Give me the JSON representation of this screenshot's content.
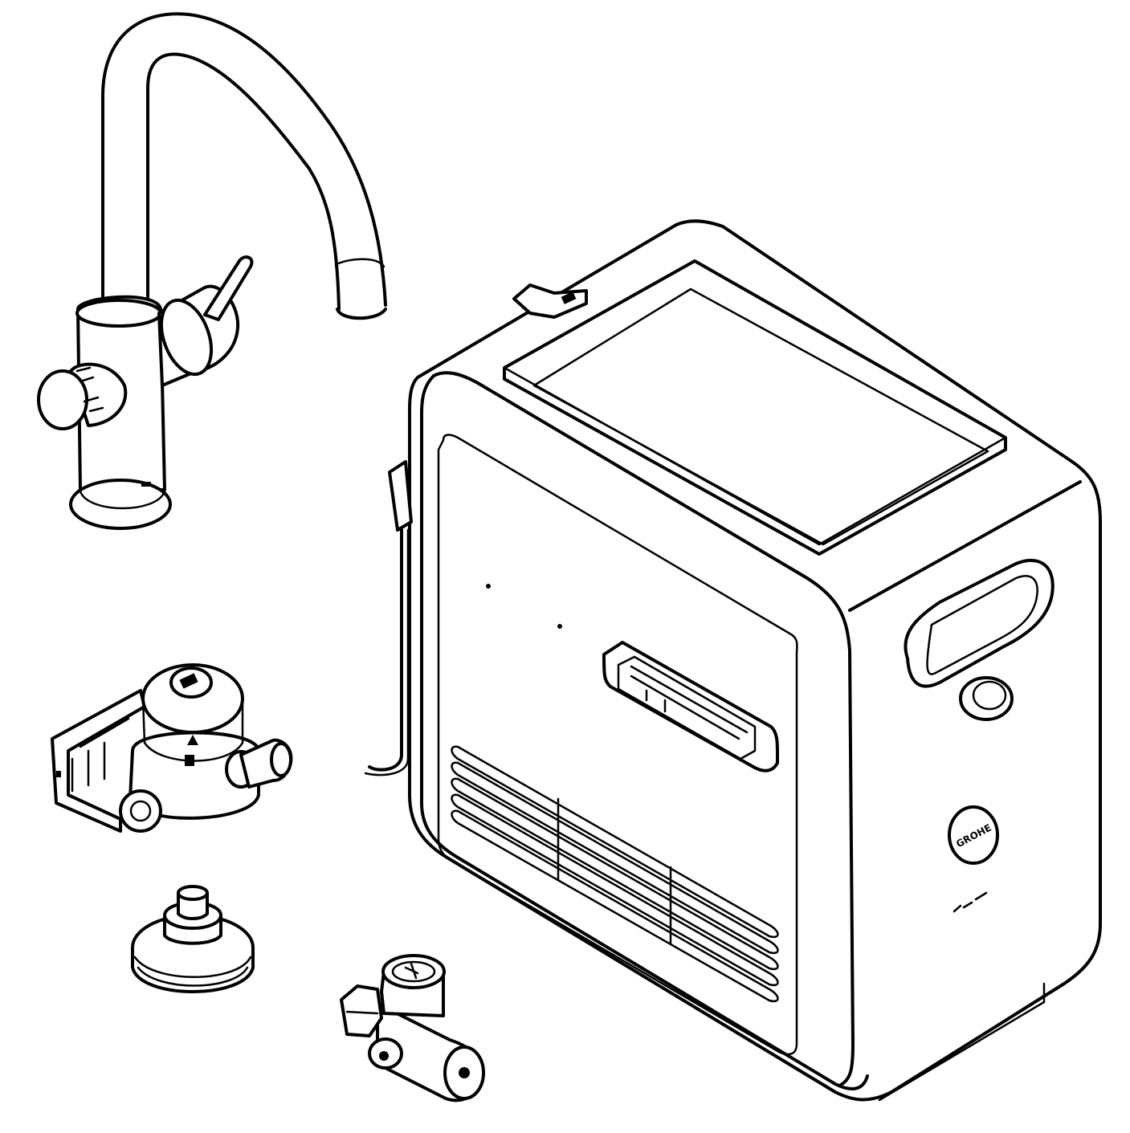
{
  "drawing": {
    "style": "black-and-white line art",
    "stroke_color": "#000000",
    "background_color": "#ffffff"
  },
  "components": [
    {
      "id": "faucet",
      "icon": "faucet-icon"
    },
    {
      "id": "chiller-unit",
      "icon": "chiller-box-icon"
    },
    {
      "id": "filter-head",
      "icon": "filter-head-icon"
    },
    {
      "id": "adapter-cap",
      "icon": "threaded-adapter-icon"
    },
    {
      "id": "pressure-valve",
      "icon": "pressure-gauge-valve-icon"
    }
  ],
  "brand_logo": {
    "text": "GROHE",
    "icon": "brand-logo-icon"
  }
}
